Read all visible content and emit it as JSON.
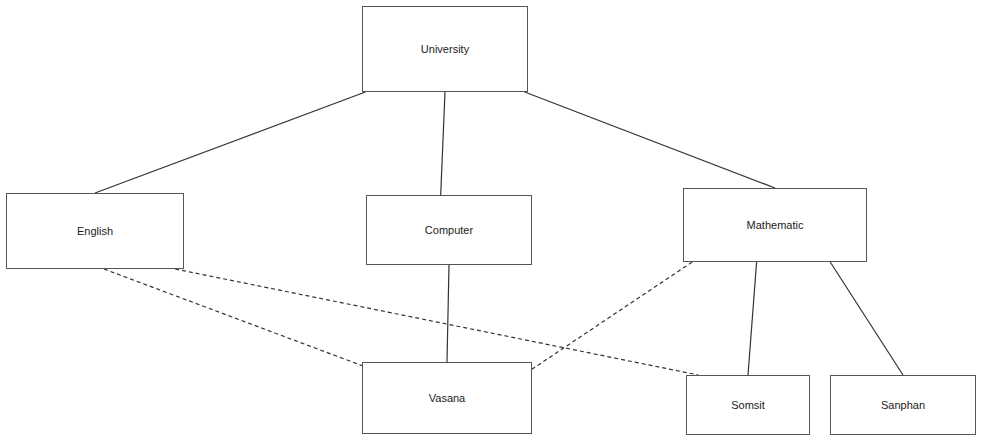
{
  "diagram": {
    "nodes": [
      {
        "text": [
          "University"
        ]
      },
      {
        "text": [
          "English"
        ]
      },
      {
        "text": [
          "Computer"
        ]
      },
      {
        "text": [
          "Mathematic"
        ]
      },
      {
        "text": [
          "Vasana"
        ]
      },
      {
        "text": [
          "Somsit"
        ]
      },
      {
        "text": [
          "Sanphan"
        ]
      }
    ],
    "edges": [
      {
        "from": 0,
        "to": 1,
        "arrow": "none"
      },
      {
        "from": 0,
        "to": 2,
        "arrow": "none"
      },
      {
        "from": 0,
        "to": 3,
        "arrow": "none"
      },
      {
        "from": 1,
        "to": 4,
        "arrow": "none"
      },
      {
        "from": 1,
        "to": 5,
        "arrow": "none"
      },
      {
        "from": 2,
        "to": 4,
        "arrow": "none"
      },
      {
        "from": 3,
        "to": 4,
        "arrow": "none"
      },
      {
        "from": 3,
        "to": 5,
        "arrow": "none"
      },
      {
        "from": 3,
        "to": 6,
        "arrow": "none"
      }
    ]
  }
}
